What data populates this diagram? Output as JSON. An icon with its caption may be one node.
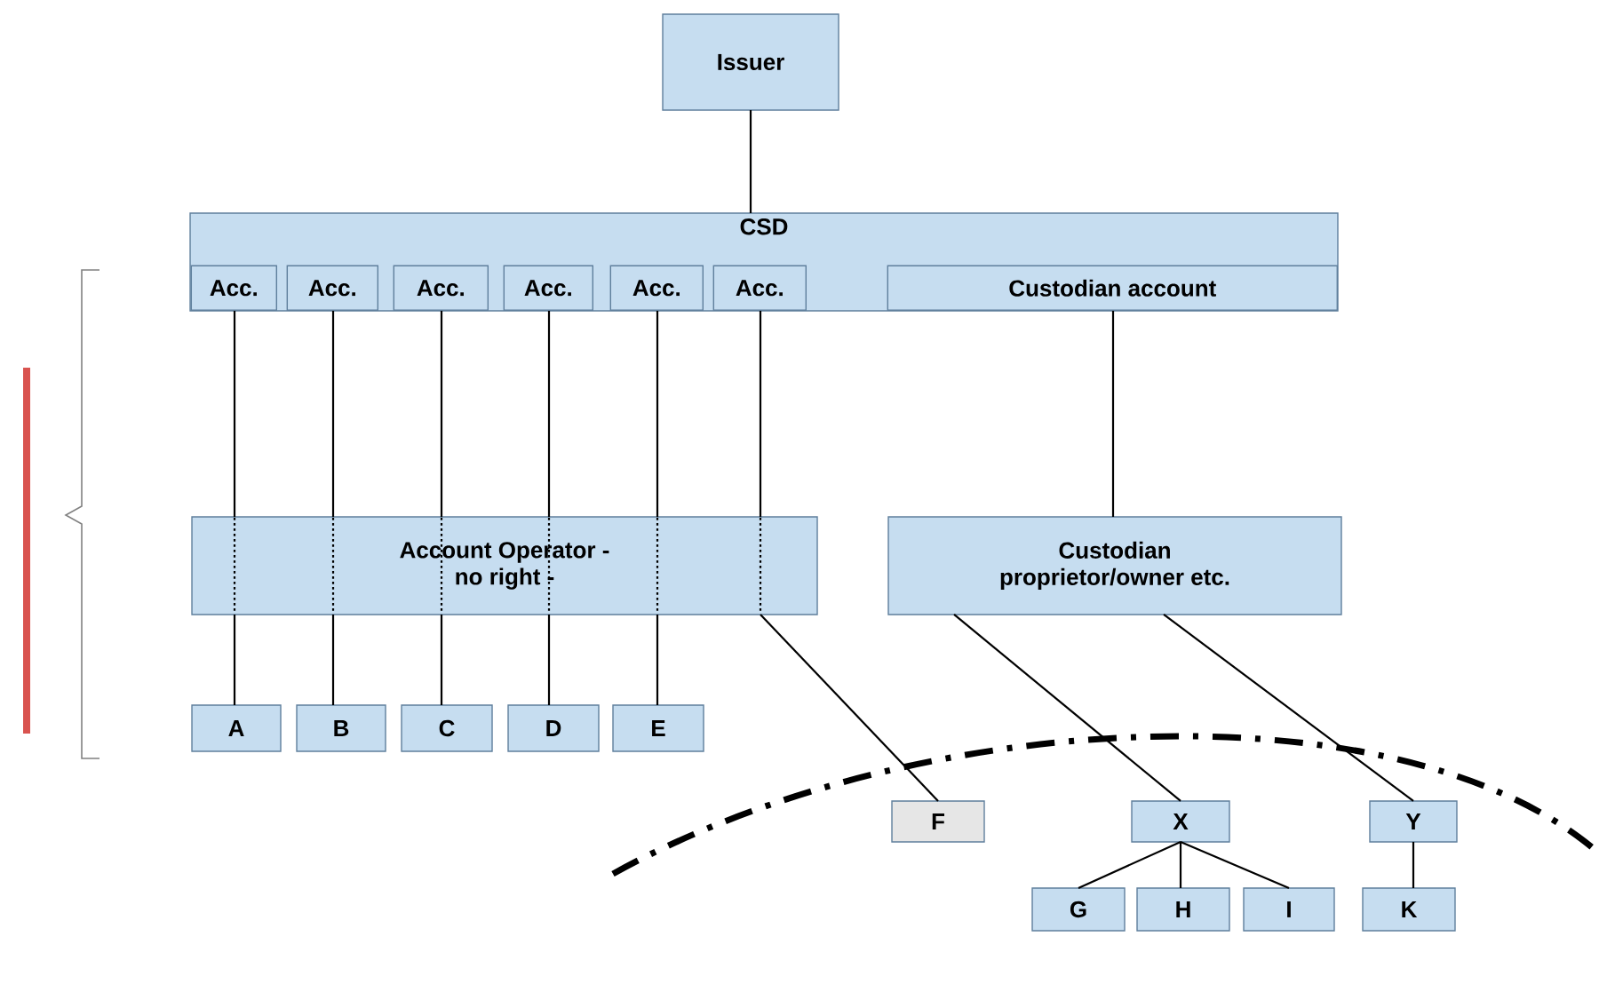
{
  "diagram": {
    "nodes": [
      {
        "text": [
          "Issuer"
        ]
      },
      {
        "text": [
          "CSD"
        ]
      },
      {
        "text": [
          "Acc."
        ],
        "in": 1
      },
      {
        "text": [
          "Acc."
        ],
        "in": 1
      },
      {
        "text": [
          "Acc."
        ],
        "in": 1
      },
      {
        "text": [
          "Acc."
        ],
        "in": 1
      },
      {
        "text": [
          "Acc."
        ],
        "in": 1
      },
      {
        "text": [
          "Acc."
        ],
        "in": 1
      },
      {
        "text": [
          "Custodian account"
        ],
        "in": 1
      },
      {
        "text": [
          "Account Operator - no right -"
        ]
      },
      {
        "text": [
          "Custodian proprietor/owner etc."
        ]
      },
      {
        "text": [
          "A"
        ]
      },
      {
        "text": [
          "B"
        ]
      },
      {
        "text": [
          "C"
        ]
      },
      {
        "text": [
          "D"
        ]
      },
      {
        "text": [
          "E"
        ]
      },
      {
        "text": [
          "F"
        ]
      },
      {
        "text": [
          "X"
        ]
      },
      {
        "text": [
          "Y"
        ]
      },
      {
        "text": [
          "G"
        ]
      },
      {
        "text": [
          "H"
        ]
      },
      {
        "text": [
          "I"
        ]
      },
      {
        "text": [
          "K"
        ]
      }
    ],
    "edges": [
      {
        "from": 0,
        "to": 1,
        "arrow": "none"
      },
      {
        "from": 2,
        "to": 9,
        "arrow": "none"
      },
      {
        "from": 3,
        "to": 9,
        "arrow": "none"
      },
      {
        "from": 4,
        "to": 9,
        "arrow": "none"
      },
      {
        "from": 5,
        "to": 9,
        "arrow": "none"
      },
      {
        "from": 6,
        "to": 9,
        "arrow": "none"
      },
      {
        "from": 7,
        "to": 9,
        "arrow": "none"
      },
      {
        "from": 9,
        "to": 11,
        "arrow": "none"
      },
      {
        "from": 9,
        "to": 12,
        "arrow": "none"
      },
      {
        "from": 9,
        "to": 13,
        "arrow": "none"
      },
      {
        "from": 9,
        "to": 14,
        "arrow": "none"
      },
      {
        "from": 9,
        "to": 15,
        "arrow": "none"
      },
      {
        "from": 9,
        "to": 16,
        "arrow": "none"
      },
      {
        "from": 8,
        "to": 10,
        "arrow": "none"
      },
      {
        "from": 10,
        "to": 17,
        "arrow": "none"
      },
      {
        "from": 10,
        "to": 18,
        "arrow": "none"
      },
      {
        "from": 17,
        "to": 19,
        "arrow": "none"
      },
      {
        "from": 17,
        "to": 20,
        "arrow": "none"
      },
      {
        "from": 17,
        "to": 21,
        "arrow": "none"
      },
      {
        "from": 18,
        "to": 22,
        "arrow": "none"
      }
    ]
  }
}
